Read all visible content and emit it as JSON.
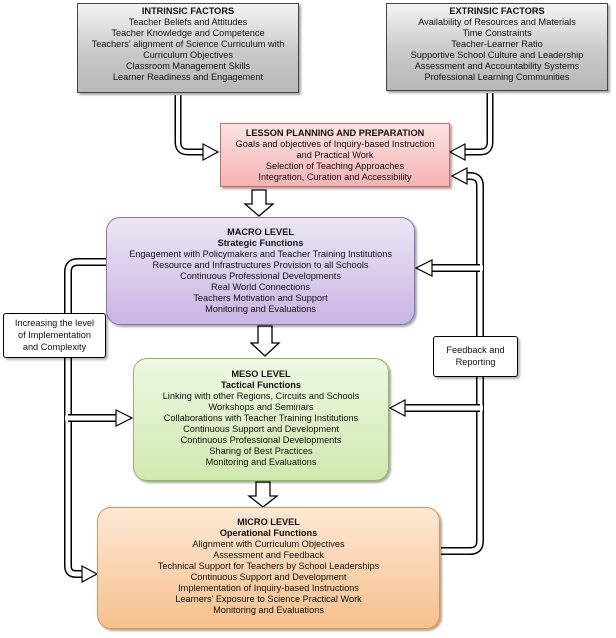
{
  "intrinsic": {
    "title": "INTRINSIC FACTORS",
    "items": [
      "Teacher Beliefs and Attitudes",
      "Teacher Knowledge and Competence",
      "Teachers' alignment of Science Curriculum with",
      "Curriculum Objectives",
      "Classroom Management Skills",
      "Learner Readiness and Engagement"
    ]
  },
  "extrinsic": {
    "title": "EXTRINSIC FACTORS",
    "items": [
      "Availability of Resources and Materials",
      "Time Constraints",
      "Teacher-Learner Ratio",
      "Supportive School Culture and Leadership",
      "Assessment and Accountability Systems",
      "Professional Learning Communities"
    ]
  },
  "lesson": {
    "title": "LESSON PLANNING AND PREPARATION",
    "items": [
      "Goals and objectives of Inquiry-based Instruction",
      "and Practical Work",
      "Selection of Teaching Approaches",
      "Integration, Curation and Accessibility"
    ]
  },
  "macro": {
    "title": "MACRO LEVEL",
    "subtitle": "Strategic Functions",
    "items": [
      "Engagement with Policymakers and Teacher Training Institutions",
      "Resource and Infrastructures Provision to all Schools",
      "Continuous Professional Developments",
      "Real World Connections",
      "Teachers Motivation and Support",
      "Monitoring and Evaluations"
    ]
  },
  "meso": {
    "title": "MESO LEVEL",
    "subtitle": "Tactical Functions",
    "items": [
      "Linking with other Regions, Circuits and Schools",
      "Workshops and Seminars",
      "Collaborations with Teacher Training Institutions",
      "Continuous Support and Development",
      "Continuous Professional Developments",
      "Sharing of Best Practices",
      "Monitoring and Evaluations"
    ]
  },
  "micro": {
    "title": "MICRO LEVEL",
    "subtitle": "Operational Functions",
    "items": [
      "Alignment with Curriculum Objectives",
      "Assessment and Feedback",
      "Technical Support for Teachers by School Leaderships",
      "Continuous Support and Development",
      "Implementation of Inquiry-based Instructions",
      "Learners' Exposure to Science Practical Work",
      "Monitoring and Evaluations"
    ]
  },
  "left_note": {
    "lines": [
      "Increasing the level",
      "of Implementation",
      "and Complexity"
    ]
  },
  "right_note": {
    "lines": [
      "Feedback and",
      "Reporting"
    ]
  }
}
